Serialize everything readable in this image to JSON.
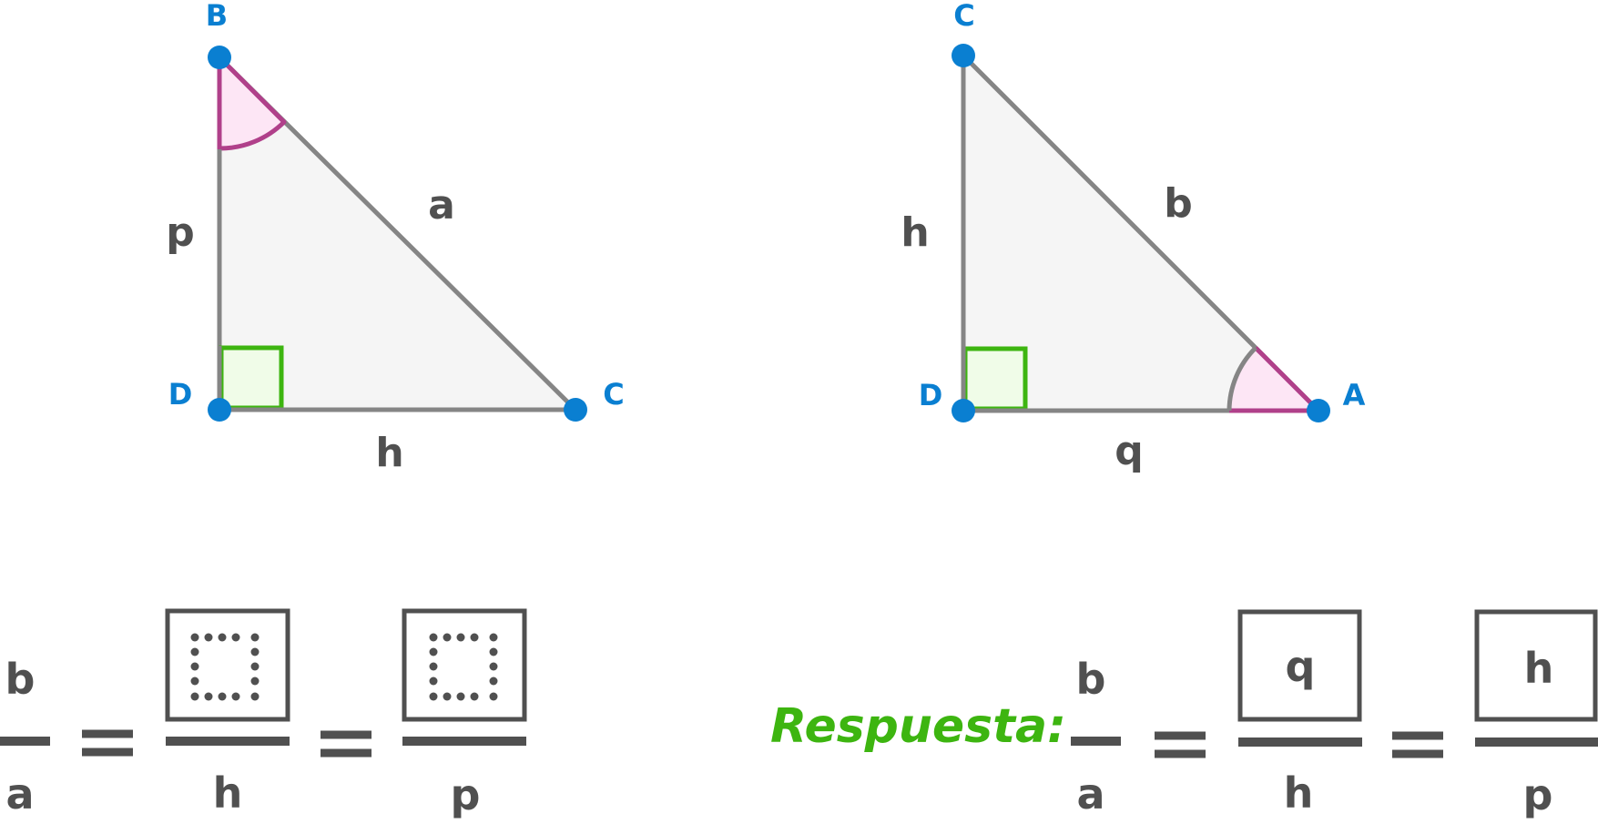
{
  "colors": {
    "stroke": "#858585",
    "fill": "#f5f5f5",
    "vertex": "#0a7fd1",
    "angle_stroke": "#b0408a",
    "angle_fill": "#fde6f5",
    "right_angle_stroke": "#3db510",
    "right_angle_fill": "#f0fce8",
    "text": "#505050",
    "answer": "#3db510"
  },
  "triangle1": {
    "vertices": {
      "top": "B",
      "corner": "D",
      "right": "C"
    },
    "sides": {
      "vertical": "p",
      "hypotenuse": "a",
      "horizontal": "h"
    }
  },
  "triangle2": {
    "vertices": {
      "top": "C",
      "corner": "D",
      "right": "A"
    },
    "sides": {
      "vertical": "h",
      "hypotenuse": "b",
      "horizontal": "q"
    }
  },
  "question": {
    "frac1": {
      "num": "b",
      "den": "a"
    },
    "frac2": {
      "den": "h"
    },
    "frac3": {
      "den": "p"
    }
  },
  "answer": {
    "label": "Respuesta:",
    "frac1": {
      "num": "b",
      "den": "a"
    },
    "frac2": {
      "num": "q",
      "den": "h"
    },
    "frac3": {
      "num": "h",
      "den": "p"
    }
  }
}
